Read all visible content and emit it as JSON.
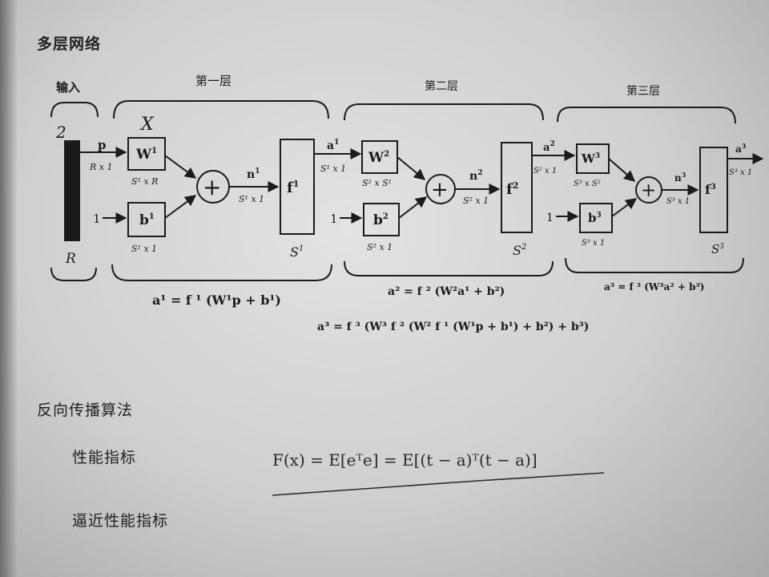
{
  "headings": {
    "multilayer": "多层网络",
    "backprop": "反向传播算法",
    "performance_index": "性能指标",
    "approx_performance_index": "逼近性能指标"
  },
  "diagram": {
    "input": {
      "group_label": "输入",
      "vector_label": "p",
      "vector_dim": "R x 1",
      "size_label": "R",
      "handwritten_mark": "2"
    },
    "layers": [
      {
        "label": "第一层",
        "weight": "W",
        "weight_sup": "1",
        "weight_dim": "S¹ x R",
        "bias": "b",
        "bias_sup": "1",
        "bias_dim": "S¹ x 1",
        "bias_input": "1",
        "net": "n",
        "net_sup": "1",
        "net_dim": "S¹ x 1",
        "transfer": "f",
        "transfer_sup": "1",
        "size": "S",
        "size_sup": "1",
        "output": "a",
        "output_sup": "1",
        "output_dim": "S¹ x 1",
        "mark": "X"
      },
      {
        "label": "第二层",
        "weight": "W",
        "weight_sup": "2",
        "weight_dim": "S² x S¹",
        "bias": "b",
        "bias_sup": "2",
        "bias_dim": "S² x 1",
        "bias_input": "1",
        "net": "n",
        "net_sup": "2",
        "net_dim": "S² x 1",
        "transfer": "f",
        "transfer_sup": "2",
        "size": "S",
        "size_sup": "2",
        "output": "a",
        "output_sup": "2",
        "output_dim": "S² x 1"
      },
      {
        "label": "第三层",
        "weight": "W",
        "weight_sup": "3",
        "weight_dim": "S³ x S²",
        "bias": "b",
        "bias_sup": "3",
        "bias_dim": "S³ x 1",
        "bias_input": "1",
        "net": "n",
        "net_sup": "3",
        "net_dim": "S³ x 1",
        "transfer": "f",
        "transfer_sup": "3",
        "size": "S",
        "size_sup": "3",
        "output": "a",
        "output_sup": "3",
        "output_dim": "S³ x 1"
      }
    ],
    "equations": {
      "layer1": "a¹ = f ¹ (W¹p + b¹)",
      "layer2": "a² = f ² (W²a¹ + b²)",
      "layer3": "a³ = f ³ (W³a² + b³)",
      "full": "a³ = f ³ (W³ f ² (W² f ¹ (W¹p + b¹) + b²) + b³)"
    }
  },
  "performance_formula": "F(x) = E[eᵀe] = E[(t − a)ᵀ(t − a)]",
  "colors": {
    "ink": "#1b1b1b",
    "paper": "#d8d8d8",
    "input_bar": "#1a1a1a"
  }
}
